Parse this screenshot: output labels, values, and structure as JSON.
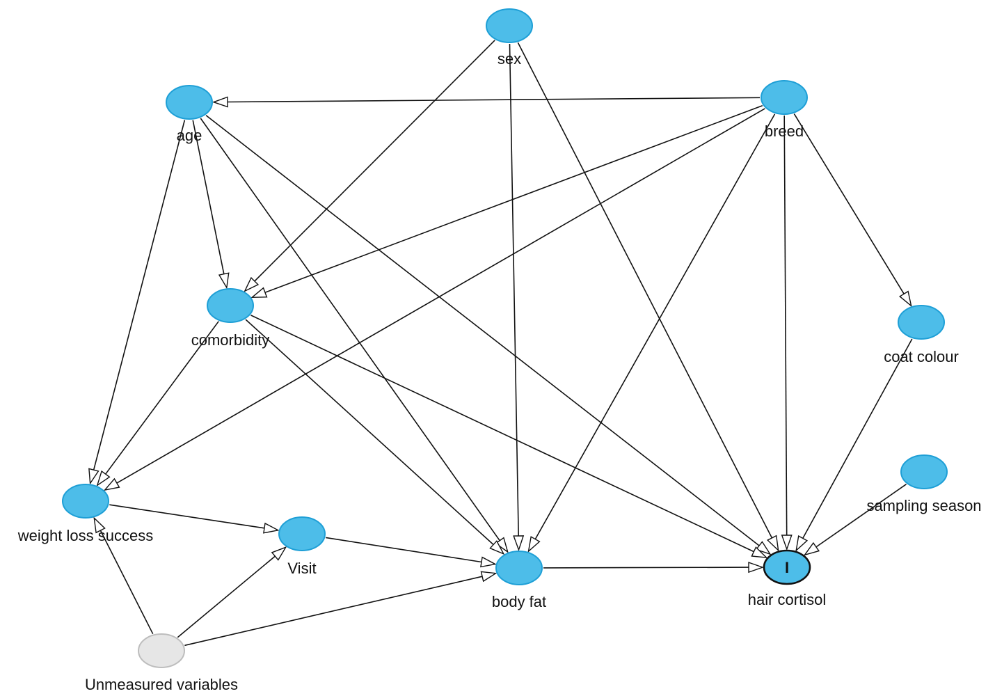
{
  "colors": {
    "node_fill": "#4dbde9",
    "node_stroke": "#1e9fd6",
    "outcome_fill": "#4dbde9",
    "outcome_stroke": "#111111",
    "latent_fill": "#e6e6e6",
    "latent_stroke": "#bdbdbd",
    "edge": "#111111"
  },
  "nodes": [
    {
      "id": "sex",
      "label": "sex",
      "kind": "variable"
    },
    {
      "id": "age",
      "label": "age",
      "kind": "variable"
    },
    {
      "id": "breed",
      "label": "breed",
      "kind": "variable"
    },
    {
      "id": "comorbidity",
      "label": "comorbidity",
      "kind": "variable"
    },
    {
      "id": "coat_colour",
      "label": "coat colour",
      "kind": "variable"
    },
    {
      "id": "sampling_season",
      "label": "sampling season",
      "kind": "variable"
    },
    {
      "id": "weight_loss_success",
      "label": "weight loss success",
      "kind": "variable"
    },
    {
      "id": "visit",
      "label": "Visit",
      "kind": "variable"
    },
    {
      "id": "body_fat",
      "label": "body fat",
      "kind": "variable"
    },
    {
      "id": "hair_cortisol",
      "label": "hair cortisol",
      "kind": "outcome",
      "mark": "I"
    },
    {
      "id": "unmeasured",
      "label": "Unmeasured variables",
      "kind": "latent"
    }
  ],
  "edges": [
    {
      "from": "sex",
      "to": "comorbidity"
    },
    {
      "from": "sex",
      "to": "body_fat"
    },
    {
      "from": "sex",
      "to": "hair_cortisol"
    },
    {
      "from": "breed",
      "to": "age"
    },
    {
      "from": "breed",
      "to": "comorbidity"
    },
    {
      "from": "breed",
      "to": "weight_loss_success"
    },
    {
      "from": "breed",
      "to": "body_fat"
    },
    {
      "from": "breed",
      "to": "hair_cortisol"
    },
    {
      "from": "breed",
      "to": "coat_colour"
    },
    {
      "from": "age",
      "to": "comorbidity"
    },
    {
      "from": "age",
      "to": "weight_loss_success"
    },
    {
      "from": "age",
      "to": "body_fat"
    },
    {
      "from": "age",
      "to": "hair_cortisol"
    },
    {
      "from": "comorbidity",
      "to": "weight_loss_success"
    },
    {
      "from": "comorbidity",
      "to": "body_fat"
    },
    {
      "from": "comorbidity",
      "to": "hair_cortisol"
    },
    {
      "from": "coat_colour",
      "to": "hair_cortisol"
    },
    {
      "from": "sampling_season",
      "to": "hair_cortisol"
    },
    {
      "from": "weight_loss_success",
      "to": "visit"
    },
    {
      "from": "visit",
      "to": "body_fat"
    },
    {
      "from": "body_fat",
      "to": "hair_cortisol"
    },
    {
      "from": "unmeasured",
      "to": "weight_loss_success"
    },
    {
      "from": "unmeasured",
      "to": "visit"
    },
    {
      "from": "unmeasured",
      "to": "body_fat"
    }
  ]
}
